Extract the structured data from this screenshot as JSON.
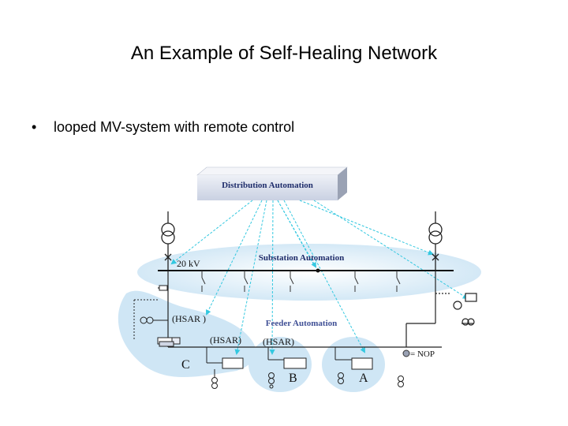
{
  "slide": {
    "title": "An Example of Self-Healing Network",
    "bullet": "looped MV-system with remote control"
  },
  "diagram": {
    "distribution_label": "Distribution Automation",
    "substation_label": "Substation Automation",
    "feeder_label": "Feeder Automation",
    "voltage_label": "20 kV",
    "hsar_left": "(HSAR )",
    "hsar_mid": "(HSAR)",
    "hsar_mid2": "(HSAR)",
    "zone_c": "C",
    "zone_b": "B",
    "zone_a": "A",
    "nop_label": "= NOP",
    "colors": {
      "zone_fill": "#cfe6f5",
      "box_top": "#f2f4f8",
      "box_side": "#9aa2b4",
      "box_front": "#dde3ee",
      "comm_line": "#33c8e0",
      "label_navy": "#1f2d6b",
      "feeder_label": "#3f4f95"
    }
  }
}
